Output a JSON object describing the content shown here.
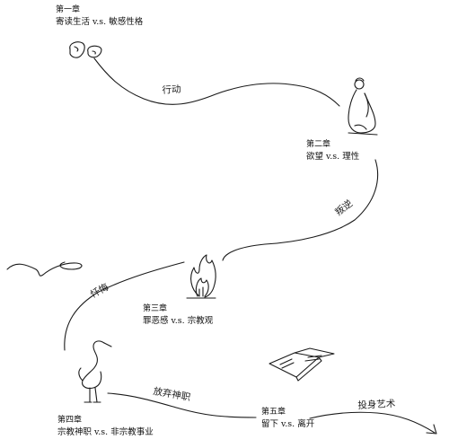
{
  "chapters": [
    {
      "num": "第一章",
      "title": "寄读生活 v.s. 敏感性格"
    },
    {
      "num": "第二章",
      "title": "欲望 v.s. 理性"
    },
    {
      "num": "第三章",
      "title": "罪恶感 v.s. 宗教观"
    },
    {
      "num": "第四章",
      "title": "宗教神职 v.s. 非宗教事业"
    },
    {
      "num": "第五章",
      "title": "留下 v.s. 离开"
    }
  ],
  "path_labels": {
    "action": "行动",
    "rebellion": "叛逆",
    "repentance": "忏悔",
    "abandon": "放弃神职",
    "devote_art": "投身艺术"
  },
  "icons": {
    "ch1": "shoes-icon",
    "ch2": "crouching-figure-icon",
    "ch3": "fire-icon",
    "ch4": "heron-icon",
    "ch5": "open-book-icon"
  },
  "colors": {
    "ink": "#1a1a1a",
    "background": "#ffffff"
  }
}
